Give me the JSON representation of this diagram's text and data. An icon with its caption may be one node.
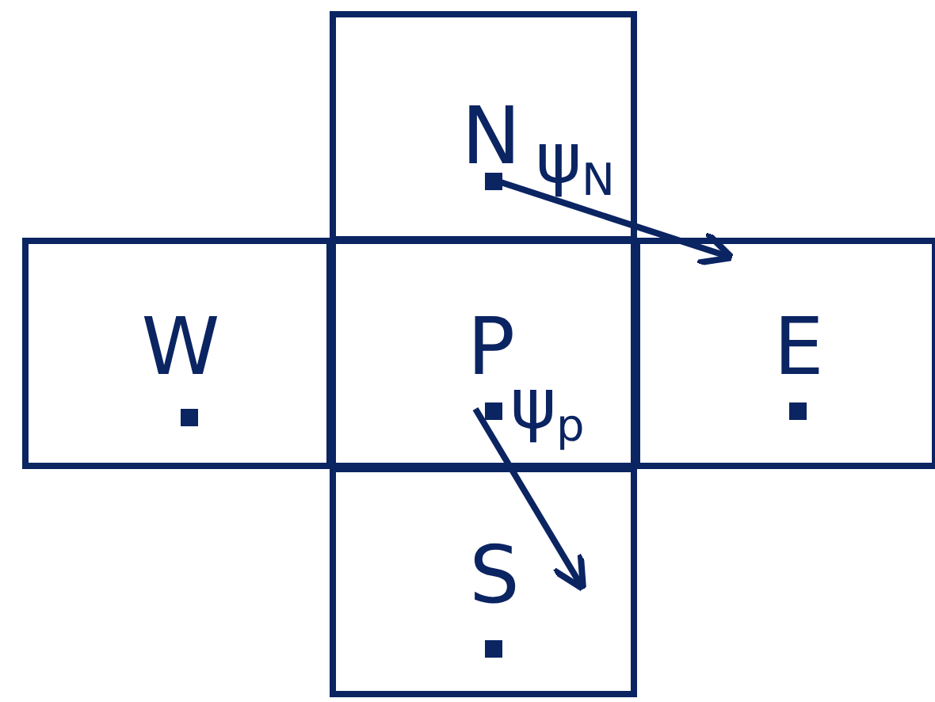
{
  "diagram": {
    "nodes": [
      {
        "text": [
          "N"
        ]
      },
      {
        "text": [
          "W"
        ]
      },
      {
        "text": [
          "P"
        ]
      },
      {
        "text": [
          "E"
        ]
      },
      {
        "text": [
          "S"
        ]
      }
    ],
    "edges": [
      {
        "from": 0,
        "to": 3,
        "arrow": "to",
        "label": "ψ$_{N}$"
      },
      {
        "from": 2,
        "to": 4,
        "arrow": "to",
        "label": "ψ$_{p}$"
      }
    ]
  }
}
